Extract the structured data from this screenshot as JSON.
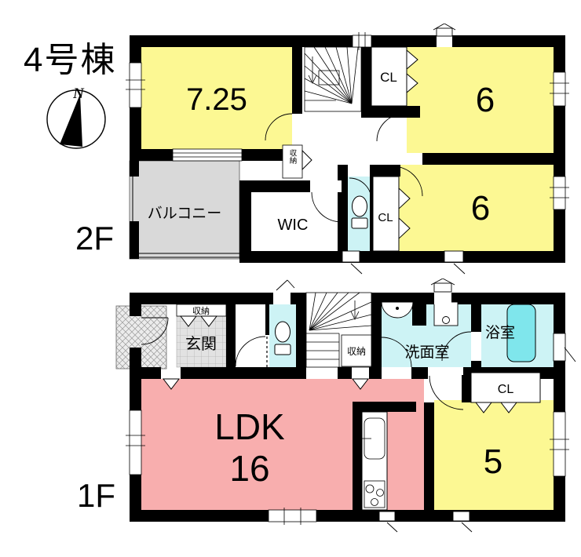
{
  "title": "4号棟",
  "compass": {
    "north": "N"
  },
  "colors": {
    "room_yellow": "#fcf893",
    "ldk_pink": "#f8aeae",
    "wet_cyan": "#cdf3f5",
    "tub_cyan": "#7fe6ec",
    "balcony_gray": "#d9d9d9",
    "wall_black": "#000000"
  },
  "floor2": {
    "label": "2F",
    "rooms": {
      "r725": "7.25",
      "cl_top": "CL",
      "r6_top": "6",
      "shuno": "収納",
      "wic": "WIC",
      "cl_bottom": "CL",
      "r6_bottom": "6",
      "balcony": "バルコニー"
    }
  },
  "floor1": {
    "label": "1F",
    "rooms": {
      "entry_shuno": "収納",
      "genkan": "玄関",
      "stair_shuno": "収納",
      "senmen": "洗面室",
      "bath": "浴室",
      "cl": "CL",
      "ldk": "LDK",
      "ldk_size": "16",
      "r5": "5"
    }
  }
}
